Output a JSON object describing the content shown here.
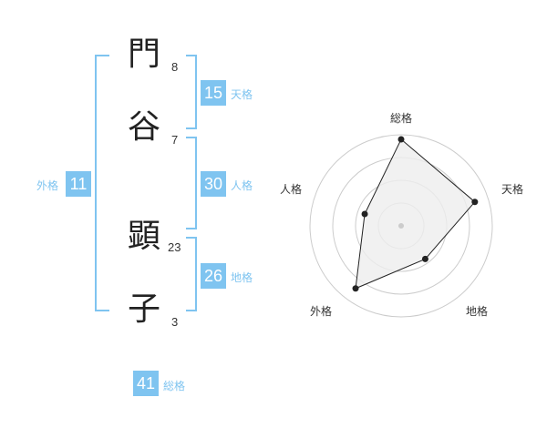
{
  "name": {
    "chars": [
      {
        "char": "門",
        "strokes": "8"
      },
      {
        "char": "谷",
        "strokes": "7"
      },
      {
        "char": "顕",
        "strokes": "23"
      },
      {
        "char": "子",
        "strokes": "3"
      }
    ]
  },
  "fortune": {
    "tenkaku": {
      "value": "15",
      "label": "天格"
    },
    "jinkaku": {
      "value": "30",
      "label": "人格"
    },
    "chikaku": {
      "value": "26",
      "label": "地格"
    },
    "gaikaku": {
      "value": "11",
      "label": "外格"
    },
    "soukaku": {
      "value": "41",
      "label": "総格"
    }
  },
  "radar": {
    "labels": {
      "top": "総格",
      "right": "天格",
      "bottom_right": "地格",
      "bottom_left": "外格",
      "left": "人格"
    },
    "values": {
      "soukaku": 0.95,
      "tenkaku": 0.85,
      "chikaku": 0.45,
      "gaikaku": 0.85,
      "jinkaku": 0.42
    },
    "levels": 4
  },
  "colors": {
    "accent": "#7fc4f0",
    "radar_fill": "#eeeeee",
    "radar_ring": "#cccccc",
    "radar_line": "#222222"
  }
}
